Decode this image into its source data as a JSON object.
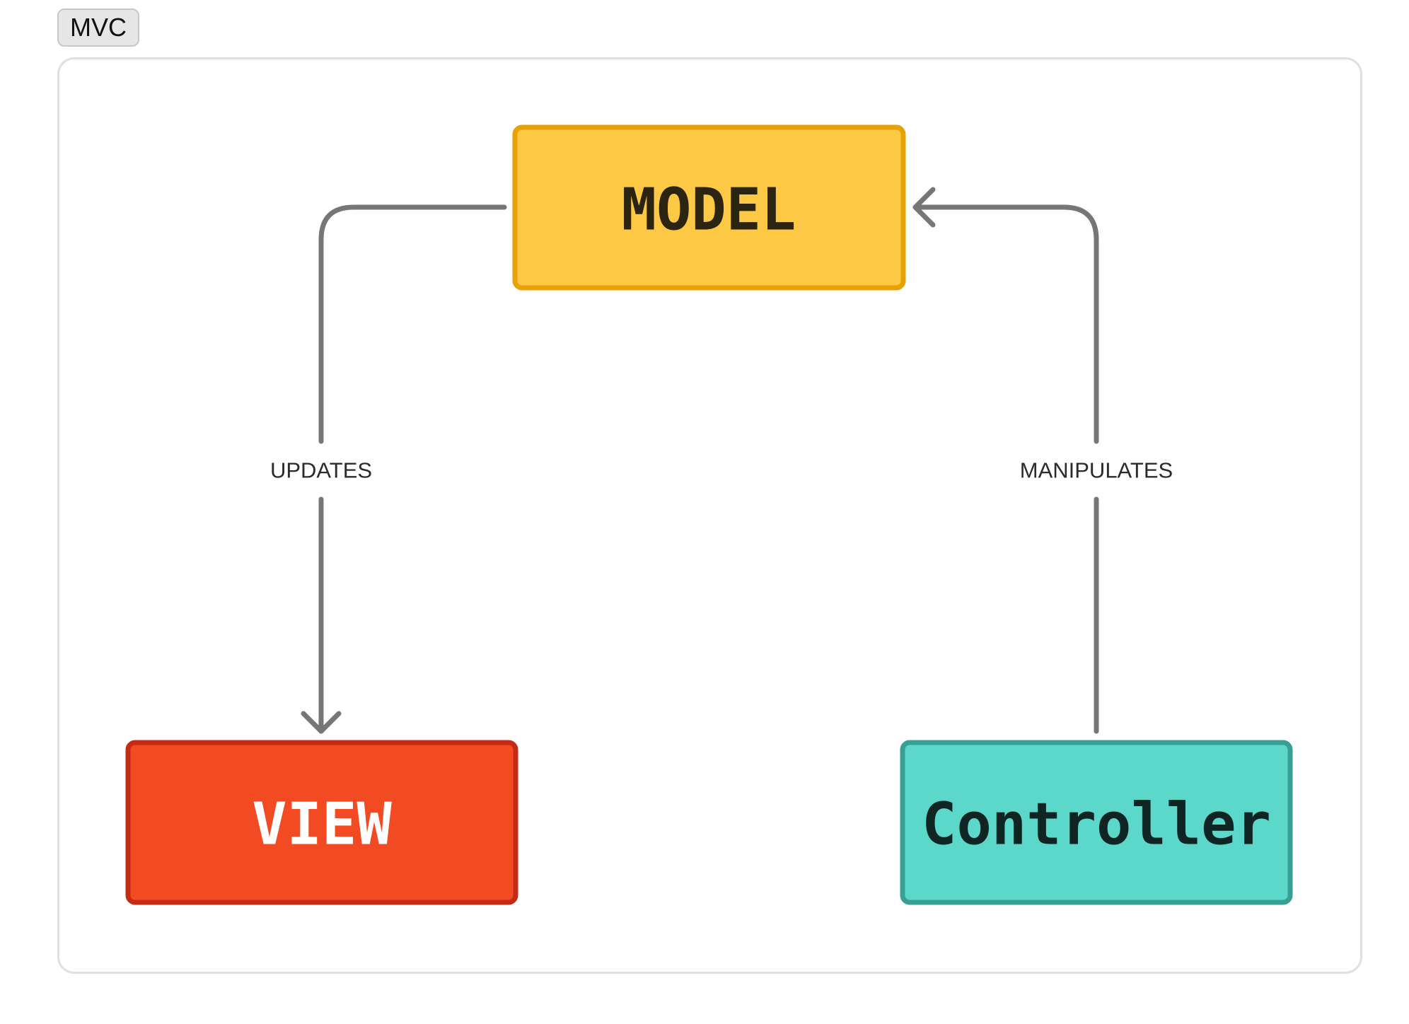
{
  "frame": {
    "label": "MVC",
    "border_color": "#e0e0e0"
  },
  "nodes": {
    "model": {
      "label": "MODEL",
      "fill": "#fdc844",
      "stroke": "#e8a200",
      "text_color": "#2b2410"
    },
    "view": {
      "label": "VIEW",
      "fill": "#f24a22",
      "stroke": "#c42b14",
      "text_color": "#ffffff"
    },
    "controller": {
      "label": "Controller",
      "fill": "#5cd8cb",
      "stroke": "#379f95",
      "text_color": "#0f2523"
    }
  },
  "edges": {
    "updates": {
      "label": "UPDATES",
      "from": "MODEL",
      "to": "VIEW",
      "color": "#767676"
    },
    "manipulates": {
      "label": "MANIPULATES",
      "from": "Controller",
      "to": "MODEL",
      "color": "#767676"
    }
  }
}
